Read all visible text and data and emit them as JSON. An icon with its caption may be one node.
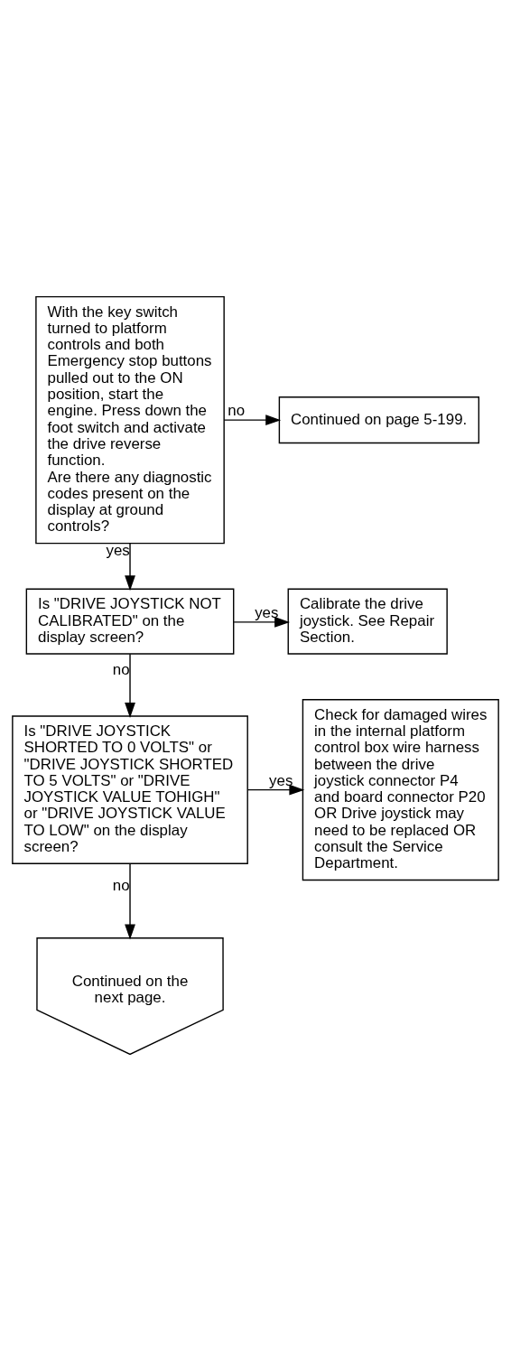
{
  "diagram": {
    "nodes": [
      {
        "text": [
          "With the key switch turned to platform controls and both Emergency stop buttons pulled out to the ON position, start the engine. Press down the foot switch and activate the drive reverse function.",
          "Are there any diagnostic codes present on the display at ground controls?"
        ]
      },
      {
        "text": [
          "Continued on page 5-199."
        ]
      },
      {
        "text": [
          "Is \"DRIVE JOYSTICK NOT CALIBRATED\" on the display screen?"
        ]
      },
      {
        "text": [
          "Calibrate the drive joystick. See Repair Section."
        ]
      },
      {
        "text": [
          "Is \"DRIVE JOYSTICK SHORTED TO 0 VOLTS\" or \"DRIVE JOYSTICK SHORTED TO 5 VOLTS\" or \"DRIVE JOYSTICK VALUE TOHIGH\" or \"DRIVE JOYSTICK VALUE TO LOW\" on the display screen?"
        ]
      },
      {
        "text": [
          "Check for damaged wires in the internal platform control box wire harness between the drive joystick connector P4 and board connector P20 OR Drive joystick may need to be replaced OR consult the Service Department."
        ]
      },
      {
        "text": [
          "Continued on the next page."
        ]
      }
    ],
    "edges": [
      {
        "from": 0,
        "to": 1,
        "arrow": "to",
        "label": "no"
      },
      {
        "from": 0,
        "to": 2,
        "arrow": "to",
        "label": "yes"
      },
      {
        "from": 2,
        "to": 3,
        "arrow": "to",
        "label": "yes"
      },
      {
        "from": 2,
        "to": 4,
        "arrow": "to",
        "label": "no"
      },
      {
        "from": 4,
        "to": 5,
        "arrow": "to",
        "label": "yes"
      },
      {
        "from": 4,
        "to": 6,
        "arrow": "to",
        "label": "no"
      }
    ]
  }
}
